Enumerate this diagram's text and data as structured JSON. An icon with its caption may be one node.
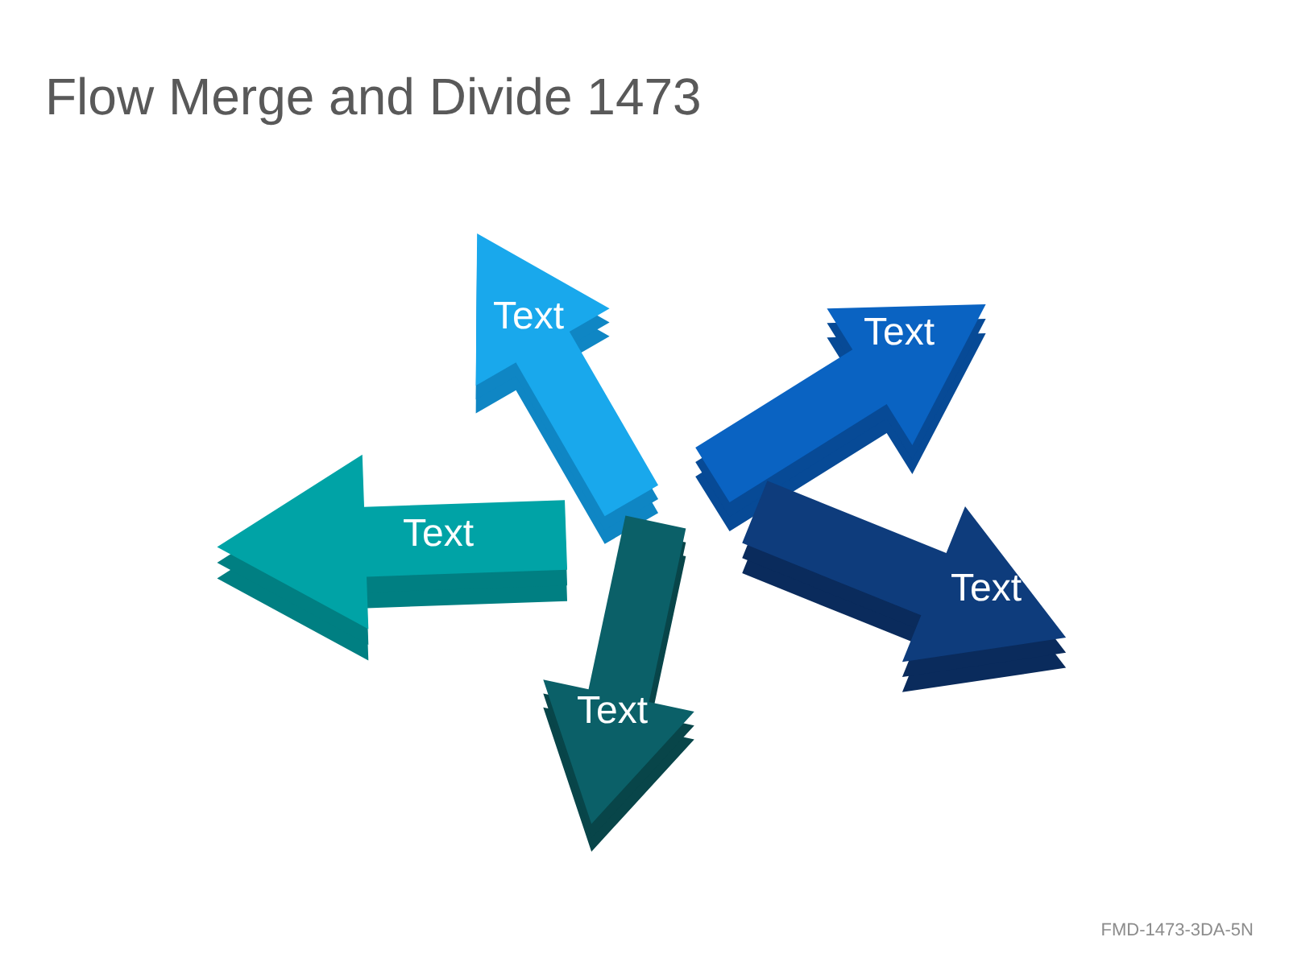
{
  "diagram": {
    "title": "Flow Merge and Divide 1473",
    "nodes": [
      {
        "text": [
          "Text"
        ]
      },
      {
        "text": [
          "Text"
        ]
      },
      {
        "text": [
          "Text"
        ]
      },
      {
        "text": [
          "Text"
        ]
      },
      {
        "text": [
          "Text"
        ]
      }
    ],
    "labels": [
      "FMD-1473-3DA-5N"
    ]
  }
}
